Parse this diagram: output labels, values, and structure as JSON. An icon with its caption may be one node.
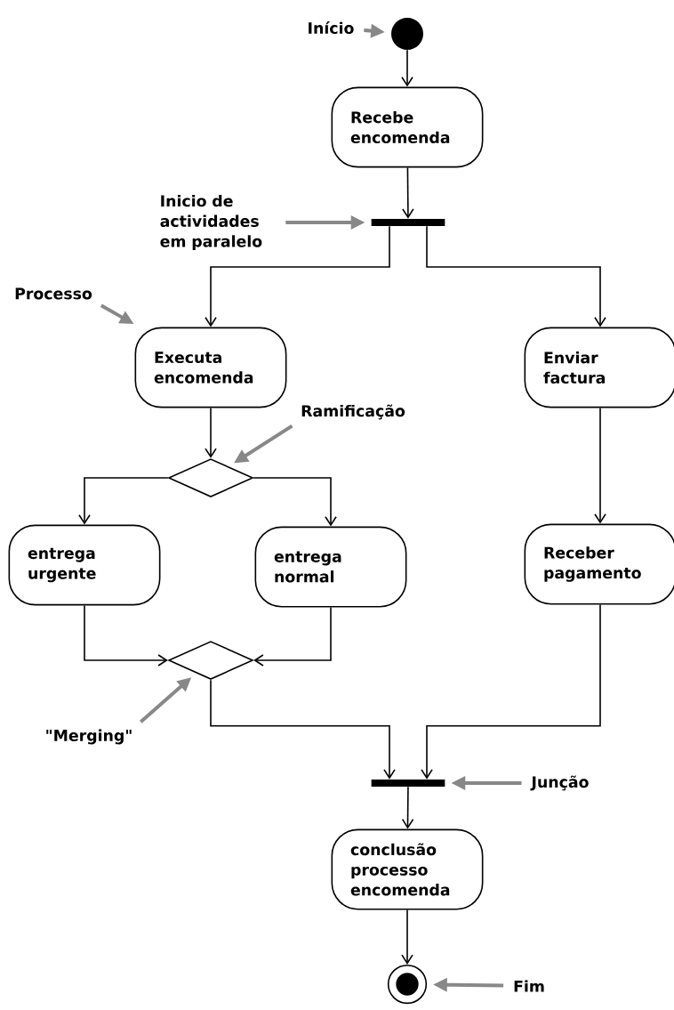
{
  "diagram": {
    "nodes": [
      {
        "text": [
          "Início"
        ]
      },
      {
        "text": [],
        "shape": "circle"
      },
      {
        "text": [
          "Recebe encomenda"
        ]
      },
      {
        "text": [
          "Inicio de actividades em paralelo"
        ]
      },
      {
        "text": [],
        "shape": "bar"
      },
      {
        "text": [
          "Processo"
        ]
      },
      {
        "text": [
          "Executa encomenda"
        ]
      },
      {
        "text": [
          "Enviar factura"
        ]
      },
      {
        "text": [
          "Ramificação"
        ]
      },
      {
        "text": [],
        "shape": "diamond"
      },
      {
        "text": [
          "entrega urgente"
        ]
      },
      {
        "text": [
          "entrega normal"
        ]
      },
      {
        "text": [
          "Receber pagamento"
        ]
      },
      {
        "text": [],
        "shape": "diamond"
      },
      {
        "text": [
          "\"Merging\""
        ]
      },
      {
        "text": [],
        "shape": "bar"
      },
      {
        "text": [
          "Junção"
        ]
      },
      {
        "text": [
          "conclusão processo encomenda"
        ]
      },
      {
        "text": [],
        "shape": "bullseye"
      },
      {
        "text": [
          "Fim"
        ]
      }
    ],
    "edges": [
      {
        "from": 0,
        "to": 1,
        "arrow": "to",
        "style": "thick",
        "color": "#888888"
      },
      {
        "from": 1,
        "to": 2,
        "arrow": "to"
      },
      {
        "from": 2,
        "to": 4,
        "arrow": "to"
      },
      {
        "from": 3,
        "to": 4,
        "arrow": "to",
        "style": "thick",
        "color": "#888888"
      },
      {
        "from": 4,
        "to": 6,
        "arrow": "to"
      },
      {
        "from": 4,
        "to": 7,
        "arrow": "to"
      },
      {
        "from": 5,
        "to": 6,
        "arrow": "to",
        "style": "thick",
        "color": "#888888"
      },
      {
        "from": 6,
        "to": 9,
        "arrow": "to"
      },
      {
        "from": 8,
        "to": 9,
        "arrow": "to",
        "style": "thick",
        "color": "#888888"
      },
      {
        "from": 9,
        "to": 10,
        "arrow": "to"
      },
      {
        "from": 9,
        "to": 11,
        "arrow": "to"
      },
      {
        "from": 7,
        "to": 12,
        "arrow": "to"
      },
      {
        "from": 10,
        "to": 13,
        "arrow": "to"
      },
      {
        "from": 11,
        "to": 13,
        "arrow": "to"
      },
      {
        "from": 14,
        "to": 13,
        "arrow": "to",
        "style": "thick",
        "color": "#888888"
      },
      {
        "from": 13,
        "to": 15,
        "arrow": "to"
      },
      {
        "from": 12,
        "to": 15,
        "arrow": "to"
      },
      {
        "from": 16,
        "to": 15,
        "arrow": "to",
        "style": "thick",
        "color": "#888888"
      },
      {
        "from": 15,
        "to": 17,
        "arrow": "to"
      },
      {
        "from": 17,
        "to": 18,
        "arrow": "to"
      },
      {
        "from": 19,
        "to": 18,
        "arrow": "to",
        "style": "thick",
        "color": "#888888"
      }
    ]
  }
}
